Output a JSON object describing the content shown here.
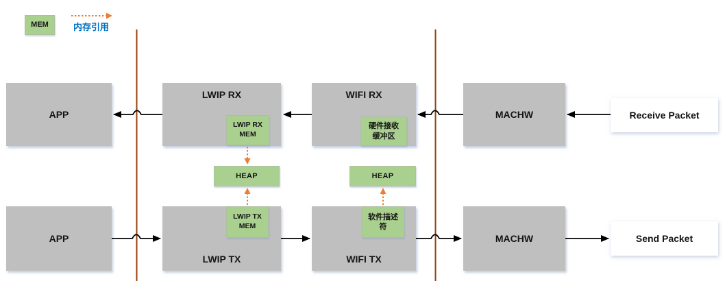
{
  "legend": {
    "mem": "MEM",
    "memory_ref": "内存引用"
  },
  "nodes": {
    "app_rx": "APP",
    "lwip_rx": "LWIP RX",
    "lwip_rx_mem": "LWIP RX MEM",
    "wifi_rx": "WIFI RX",
    "hw_rx_buffer": "硬件接收缓冲区",
    "machw_rx": "MACHW",
    "receive_packet": "Receive Packet",
    "heap_rx": "HEAP",
    "heap_tx": "HEAP",
    "app_tx": "APP",
    "lwip_tx": "LWIP TX",
    "lwip_tx_mem": "LWIP TX MEM",
    "wifi_tx": "WIFI TX",
    "sw_descriptor": "软件描述符",
    "machw_tx": "MACHW",
    "send_packet": "Send Packet"
  },
  "edges": [
    {
      "from": "receive_packet",
      "to": "machw_rx",
      "type": "flow"
    },
    {
      "from": "machw_rx",
      "to": "wifi_rx",
      "type": "flow"
    },
    {
      "from": "wifi_rx",
      "to": "lwip_rx",
      "type": "flow"
    },
    {
      "from": "lwip_rx",
      "to": "app_rx",
      "type": "flow"
    },
    {
      "from": "app_tx",
      "to": "lwip_tx",
      "type": "flow"
    },
    {
      "from": "lwip_tx",
      "to": "wifi_tx",
      "type": "flow"
    },
    {
      "from": "wifi_tx",
      "to": "machw_tx",
      "type": "flow"
    },
    {
      "from": "machw_tx",
      "to": "send_packet",
      "type": "flow"
    },
    {
      "from": "lwip_rx_mem",
      "to": "heap_rx",
      "type": "memory_ref"
    },
    {
      "from": "lwip_tx_mem",
      "to": "heap_rx",
      "type": "memory_ref"
    },
    {
      "from": "sw_descriptor",
      "to": "heap_tx",
      "type": "memory_ref"
    }
  ],
  "colors": {
    "mem_fill": "#A9D08E",
    "node_fill": "#BFBFBF",
    "packet_fill": "#FFFFFF",
    "flow_arrow": "#000000",
    "memory_ref_arrow": "#ED7D31",
    "boundary_line": "#984108",
    "legend_text": "#0070C0"
  }
}
